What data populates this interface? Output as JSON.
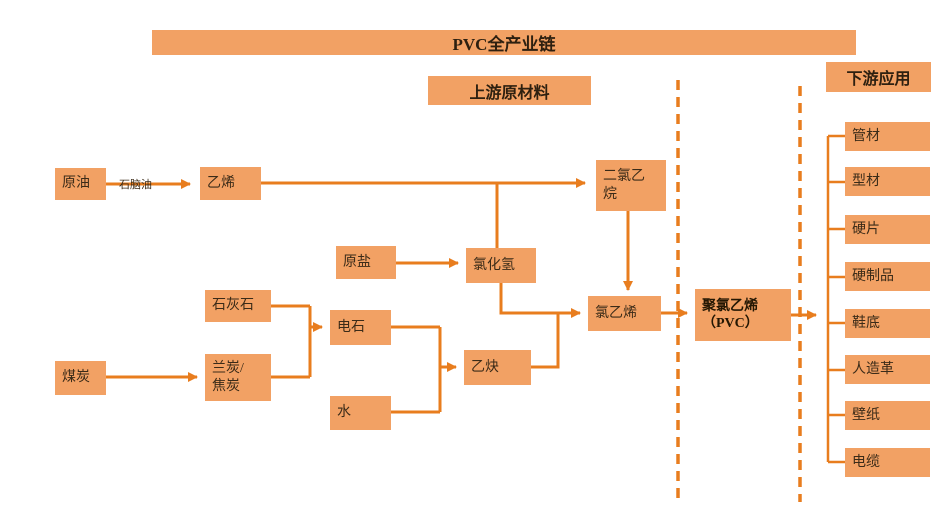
{
  "title": "PVC全产业链",
  "sections": {
    "upstream": "上游原材料",
    "downstream": "下游应用"
  },
  "nodes": {
    "crude_oil": "原油",
    "ethylene": "乙烯",
    "edc": "二氯乙\n烷",
    "raw_salt": "原盐",
    "hcl": "氯化氢",
    "limestone": "石灰石",
    "carbide": "电石",
    "acetylene": "乙炔",
    "coal": "煤炭",
    "coke": "兰炭/\n焦炭",
    "water": "水",
    "vcm": "氯乙烯",
    "pvc": "聚氯乙烯\n（PVC）"
  },
  "edge_labels": {
    "naphtha": "石脑油"
  },
  "downstream_items": [
    "管材",
    "型材",
    "硬片",
    "硬制品",
    "鞋底",
    "人造革",
    "壁纸",
    "电缆"
  ],
  "colors": {
    "box_fill": "#F2A164",
    "arrow": "#E87D1E",
    "text": "#3B2B18"
  }
}
